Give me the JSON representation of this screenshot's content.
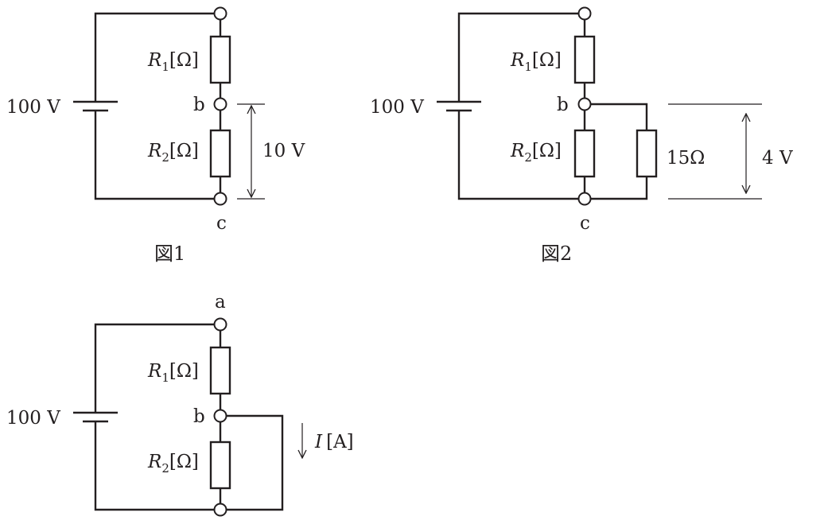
{
  "figure1": {
    "caption": "図1",
    "source": "100 V",
    "r1": {
      "sym": "R",
      "sub": "1",
      "unit": "[Ω]"
    },
    "r2": {
      "sym": "R",
      "sub": "2",
      "unit": "[Ω]"
    },
    "node_b": "b",
    "node_c": "c",
    "voltage_bc": "10 V"
  },
  "figure2": {
    "caption": "図2",
    "source": "100 V",
    "r1": {
      "sym": "R",
      "sub": "1",
      "unit": "[Ω]"
    },
    "r2": {
      "sym": "R",
      "sub": "2",
      "unit": "[Ω]"
    },
    "node_b": "b",
    "node_c": "c",
    "shunt": "15Ω",
    "voltage_bc": "4 V"
  },
  "figure3": {
    "source": "100 V",
    "r1": {
      "sym": "R",
      "sub": "1",
      "unit": "[Ω]"
    },
    "r2": {
      "sym": "R",
      "sub": "2",
      "unit": "[Ω]"
    },
    "node_a": "a",
    "node_b": "b",
    "current": {
      "sym": "I",
      "unit": "[A]"
    }
  }
}
